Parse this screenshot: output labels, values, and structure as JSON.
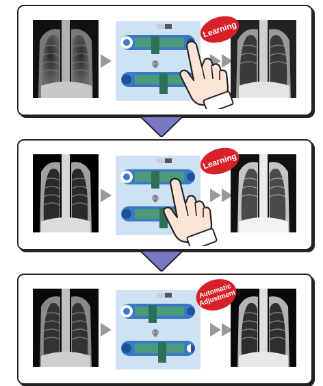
{
  "steps": [
    {
      "badge": "Learning",
      "icon": "hand-pointer-icon"
    },
    {
      "badge": "Learning",
      "icon": "hand-pointer-icon"
    },
    {
      "badge": "Automatic\nAdjustment",
      "icon": null
    }
  ],
  "colors": {
    "badge_red": "#d8202a",
    "arrow_gray": "#999999",
    "connector_purple": "#7878c4",
    "panel_blue": "#cfe2f3",
    "slider_green": "#3f8f72",
    "knob_blue": "#2f6fc4"
  }
}
